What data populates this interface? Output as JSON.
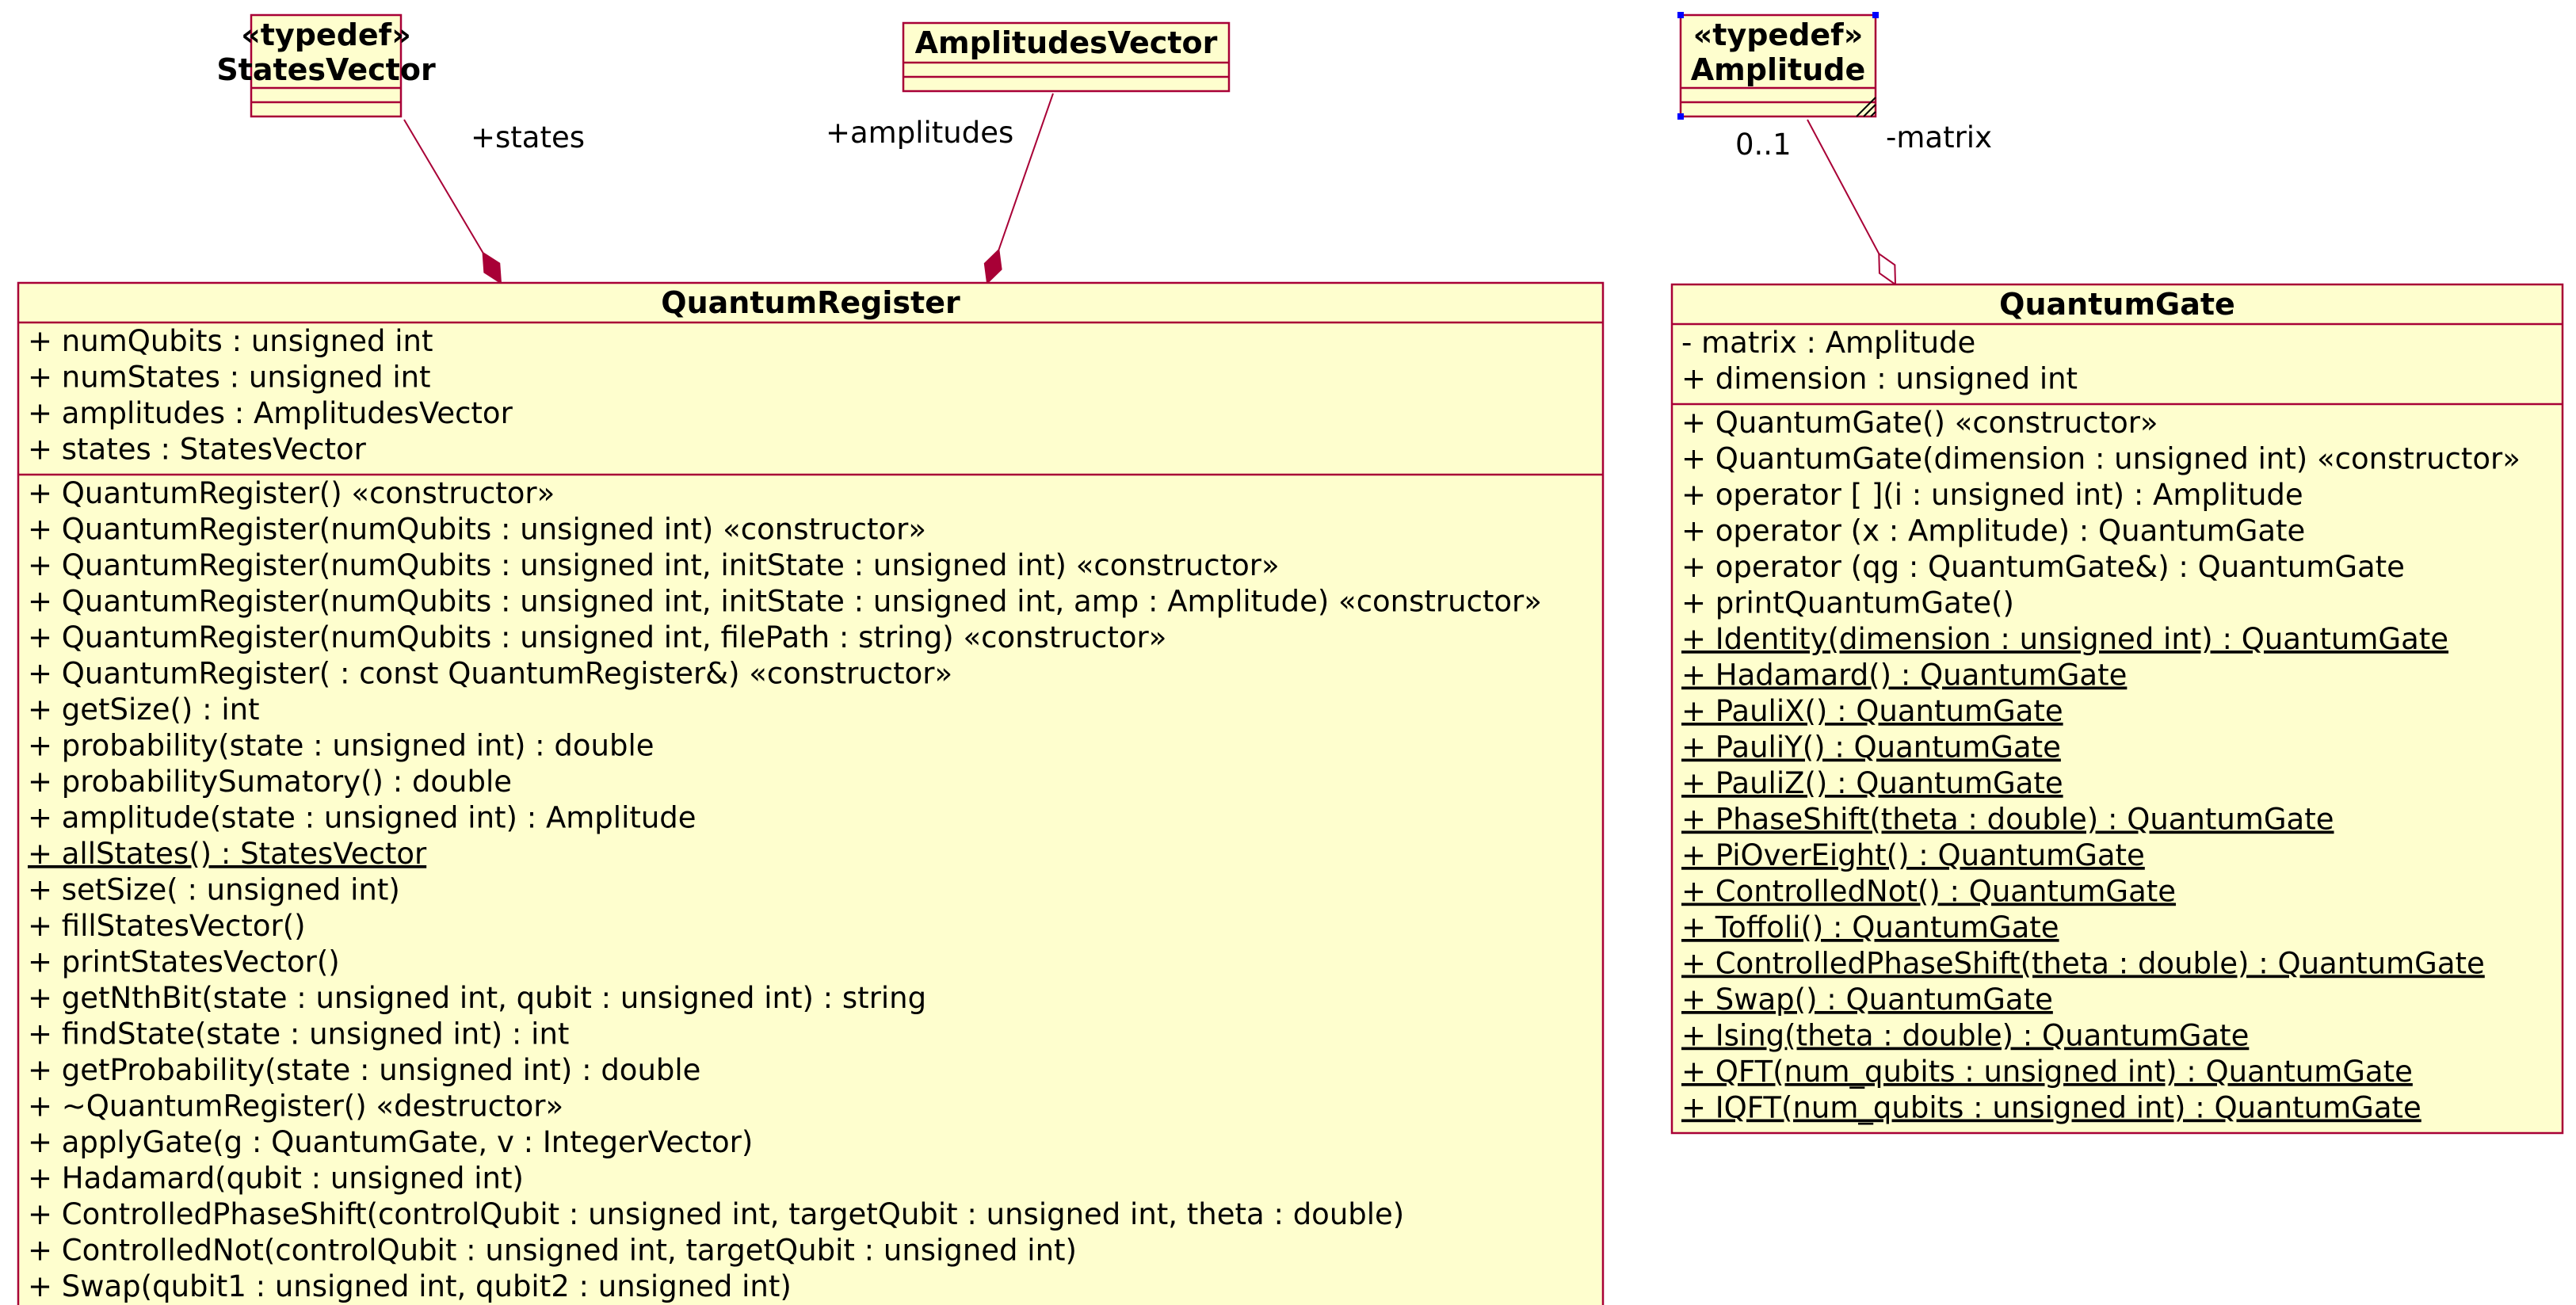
{
  "colors": {
    "box_fill": "#FEFECE",
    "border": "#A80036",
    "handle": "#0000FF"
  },
  "classes": [
    {
      "id": "StatesVector",
      "stereotype": "«typedef»",
      "name": "StatesVector",
      "attributes": [],
      "methods": []
    },
    {
      "id": "AmplitudesVector",
      "stereotype": "",
      "name": "AmplitudesVector",
      "attributes": [],
      "methods": []
    },
    {
      "id": "Amplitude",
      "stereotype": "«typedef»",
      "name": "Amplitude",
      "attributes": [],
      "methods": [],
      "selected": true
    },
    {
      "id": "QuantumRegister",
      "stereotype": "",
      "name": "QuantumRegister",
      "attributes": [
        {
          "text": "+ numQubits : unsigned int"
        },
        {
          "text": "+ numStates : unsigned int"
        },
        {
          "text": "+ amplitudes : AmplitudesVector"
        },
        {
          "text": "+ states : StatesVector"
        }
      ],
      "methods": [
        {
          "text": "+ QuantumRegister() «constructor»"
        },
        {
          "text": "+ QuantumRegister(numQubits : unsigned int) «constructor»"
        },
        {
          "text": "+ QuantumRegister(numQubits : unsigned int, initState : unsigned int) «constructor»"
        },
        {
          "text": "+ QuantumRegister(numQubits : unsigned int, initState : unsigned int, amp : Amplitude) «constructor»"
        },
        {
          "text": "+ QuantumRegister(numQubits : unsigned int, filePath : string) «constructor»"
        },
        {
          "text": "+ QuantumRegister( : const QuantumRegister&) «constructor»"
        },
        {
          "text": "+ getSize() : int"
        },
        {
          "text": "+ probability(state : unsigned int) : double"
        },
        {
          "text": "+ probabilitySumatory() : double"
        },
        {
          "text": "+ amplitude(state : unsigned int) : Amplitude"
        },
        {
          "text": "+ allStates() : StatesVector",
          "static": true
        },
        {
          "text": "+ setSize( : unsigned int)"
        },
        {
          "text": "+ fillStatesVector()"
        },
        {
          "text": "+ printStatesVector()"
        },
        {
          "text": "+ getNthBit(state : unsigned int, qubit : unsigned int) : string"
        },
        {
          "text": "+ findState(state : unsigned int) : int"
        },
        {
          "text": "+ getProbability(state : unsigned int) : double"
        },
        {
          "text": "+ ~QuantumRegister() «destructor»"
        },
        {
          "text": "+ applyGate(g : QuantumGate, v : IntegerVector)"
        },
        {
          "text": "+ Hadamard(qubit : unsigned int)"
        },
        {
          "text": "+ ControlledPhaseShift(controlQubit : unsigned int, targetQubit : unsigned int, theta : double)"
        },
        {
          "text": "+ ControlledNot(controlQubit : unsigned int, targetQubit : unsigned int)"
        },
        {
          "text": "+ Swap(qubit1 : unsigned int, qubit2 : unsigned int)"
        }
      ]
    },
    {
      "id": "QuantumGate",
      "stereotype": "",
      "name": "QuantumGate",
      "attributes": [
        {
          "text": "- matrix : Amplitude"
        },
        {
          "text": "+ dimension : unsigned int"
        }
      ],
      "methods": [
        {
          "text": "+ QuantumGate() «constructor»"
        },
        {
          "text": "+ QuantumGate(dimension : unsigned int) «constructor»"
        },
        {
          "text": "+ operator [ ](i : unsigned int) : Amplitude"
        },
        {
          "text": "+ operator   (x : Amplitude) : QuantumGate"
        },
        {
          "text": "+ operator   (qg : QuantumGate&) : QuantumGate"
        },
        {
          "text": "+ printQuantumGate()"
        },
        {
          "text": "+ Identity(dimension : unsigned int) : QuantumGate",
          "static": true
        },
        {
          "text": "+ Hadamard() : QuantumGate",
          "static": true
        },
        {
          "text": "+ PauliX() : QuantumGate",
          "static": true
        },
        {
          "text": "+ PauliY() : QuantumGate",
          "static": true
        },
        {
          "text": "+ PauliZ() : QuantumGate",
          "static": true
        },
        {
          "text": "+ PhaseShift(theta : double) : QuantumGate",
          "static": true
        },
        {
          "text": "+ PiOverEight() : QuantumGate",
          "static": true
        },
        {
          "text": "+ ControlledNot() : QuantumGate",
          "static": true
        },
        {
          "text": "+ Toffoli() : QuantumGate",
          "static": true
        },
        {
          "text": "+ ControlledPhaseShift(theta : double) : QuantumGate",
          "static": true
        },
        {
          "text": "+ Swap() : QuantumGate",
          "static": true
        },
        {
          "text": "+ Ising(theta : double) : QuantumGate",
          "static": true
        },
        {
          "text": "+ QFT(num_qubits : unsigned int) : QuantumGate",
          "static": true
        },
        {
          "text": "+ IQFT(num_qubits : unsigned int) : QuantumGate",
          "static": true
        }
      ]
    }
  ],
  "relations": [
    {
      "from": "StatesVector",
      "to": "QuantumRegister",
      "kind": "composition",
      "role": "+states",
      "multiplicity": ""
    },
    {
      "from": "AmplitudesVector",
      "to": "QuantumRegister",
      "kind": "composition",
      "role": "+amplitudes",
      "multiplicity": ""
    },
    {
      "from": "Amplitude",
      "to": "QuantumGate",
      "kind": "aggregation",
      "role": "-matrix",
      "multiplicity": "0..1"
    }
  ]
}
